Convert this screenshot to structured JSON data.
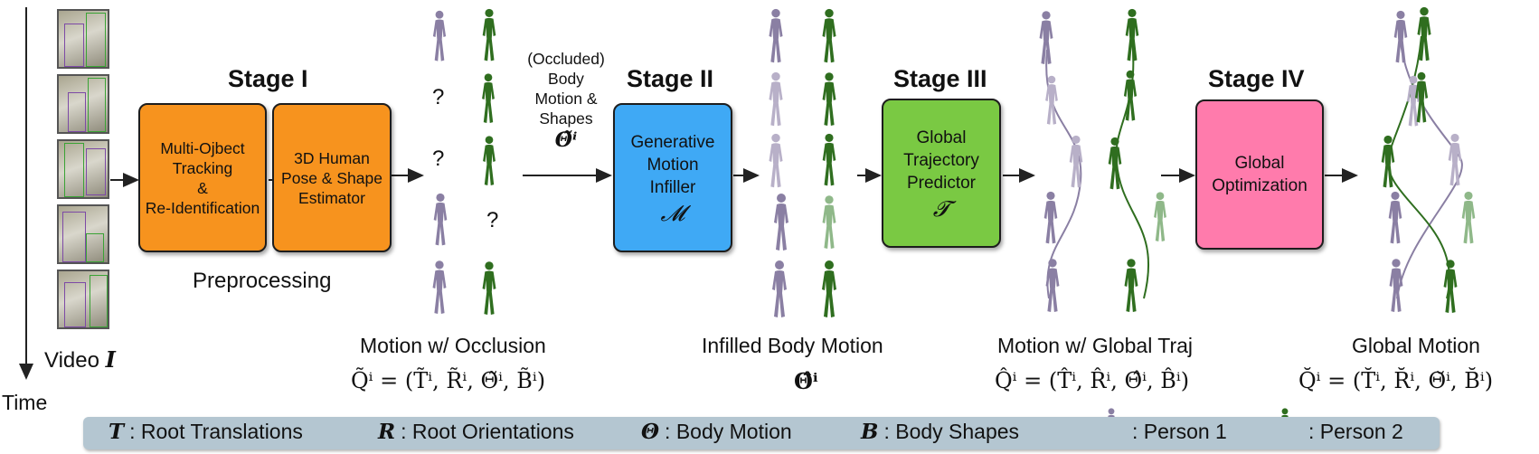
{
  "time_axis": {
    "label": "Time"
  },
  "video": {
    "label": "Video",
    "symbol": "I"
  },
  "stages": {
    "stage1": {
      "title": "Stage I",
      "box1": [
        "Multi-Ojbect",
        "Tracking",
        "&",
        "Re-Identification"
      ],
      "box2": [
        "3D Human",
        "Pose & Shape",
        "Estimator"
      ],
      "caption": "Preprocessing"
    },
    "stage2": {
      "title": "Stage II",
      "box": [
        "Generative",
        "Motion",
        "Infiller"
      ],
      "symbol": "𝓜"
    },
    "stage3": {
      "title": "Stage III",
      "box": [
        "Global",
        "Trajectory",
        "Predictor"
      ],
      "symbol": "𝓣"
    },
    "stage4": {
      "title": "Stage IV",
      "box": [
        "Global",
        "Optimization"
      ]
    }
  },
  "occluded_label": [
    "(Occluded)",
    "Body",
    "Motion &",
    "Shapes"
  ],
  "occluded_symbol": "Θ̃ⁱ",
  "question_mark": "?",
  "captions": {
    "occlusion": {
      "title": "Motion w/ Occlusion",
      "formula": "Q̃ⁱ = (T̃ⁱ, R̃ⁱ, Θ̃ⁱ, B̃ⁱ)"
    },
    "infilled": {
      "title": "Infilled Body Motion",
      "formula": "Θ̂ⁱ"
    },
    "global_traj": {
      "title": "Motion w/ Global Traj",
      "formula": "Q̂ⁱ = (T̂ⁱ, R̂ⁱ, Θ̂ⁱ, B̂ⁱ)"
    },
    "global_motion": {
      "title": "Global Motion",
      "formula": "Q̆ⁱ = (T̆ⁱ, R̆ⁱ, Θ̆ⁱ, B̆ⁱ)"
    }
  },
  "legend": {
    "t": {
      "symbol": "T",
      "label": ": Root Translations"
    },
    "r": {
      "symbol": "R",
      "label": ": Root Orientations"
    },
    "theta": {
      "symbol": "Θ",
      "label": ": Body Motion"
    },
    "b": {
      "symbol": "B",
      "label": ": Body Shapes"
    },
    "p1": {
      "label": ": Person 1"
    },
    "p2": {
      "label": ": Person 2"
    }
  },
  "colors": {
    "person1": "#8a7fa3",
    "person2": "#2f6e1f",
    "orange": "#f7931e",
    "blue": "#3fa9f5",
    "green": "#7ac943",
    "pink": "#ff7bac"
  }
}
